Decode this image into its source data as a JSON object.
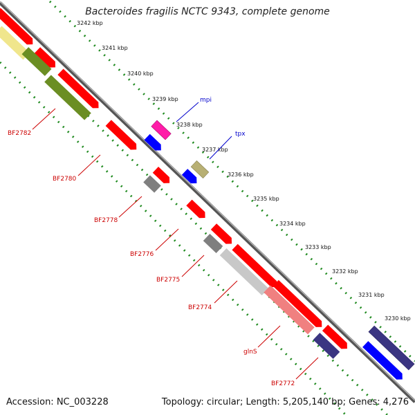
{
  "title": "Bacteroides fragilis NCTC 9343, complete genome",
  "footer": {
    "accession": "Accession: NC_003228",
    "info": "Topology: circular; Length: 5,205,140 bp; Genes: 4,276"
  },
  "kbp_labels": [
    "3242 kbp",
    "3241 kbp",
    "3240 kbp",
    "3239 kbp",
    "3238 kbp",
    "3237 kbp",
    "3236 kbp",
    "3235 kbp",
    "3234 kbp",
    "3233 kbp",
    "3232 kbp",
    "3231 kbp",
    "3230 kbp"
  ],
  "gene_labels": {
    "mpi": "mpi",
    "tpx": "tpx",
    "bf2782": "BF2782",
    "bf2780": "BF2780",
    "bf2778": "BF2778",
    "bf2776": "BF2776",
    "bf2775": "BF2775",
    "bf2774": "BF2774",
    "glns": "glnS",
    "bf2772": "BF2772"
  },
  "colors": {
    "backbone": "#8a8a8a",
    "dots": "#1f8a1f",
    "gene_red": "#ff0000",
    "gene_blue": "#0000ff",
    "gene_navy": "#3b3582",
    "gene_olive": "#6b8e23",
    "gene_khaki": "#b8b074",
    "gene_pink": "#ff1ca8",
    "gene_grey": "#7f7f7f",
    "gene_lightgrey": "#c8c8c8",
    "gene_salmon": "#f08080",
    "gene_yellow": "#f0e68c",
    "label_red": "#cc0000",
    "label_blue": "#0000cc"
  }
}
